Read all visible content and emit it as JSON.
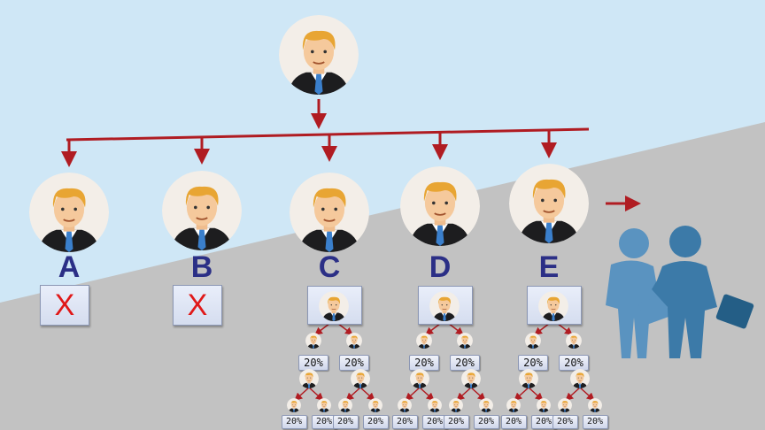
{
  "diagram": {
    "topic": "referral-tree",
    "colors": {
      "sky": "#cfe7f6",
      "ground": "#c2c2c2",
      "arrow": "#b01c22",
      "letter": "#2b2f86",
      "reject": "#e01818",
      "people": "#4a88b8"
    },
    "branches": [
      {
        "letter": "A",
        "status": "rejected",
        "mark": "X"
      },
      {
        "letter": "B",
        "status": "rejected",
        "mark": "X"
      },
      {
        "letter": "C",
        "status": "accepted",
        "level1": [
          "20%",
          "20%"
        ],
        "level3": [
          "20%",
          "20%",
          "20%",
          "20%"
        ]
      },
      {
        "letter": "D",
        "status": "accepted",
        "level1": [
          "20%",
          "20%"
        ],
        "level3": [
          "20%",
          "20%",
          "20%",
          "20%"
        ]
      },
      {
        "letter": "E",
        "status": "accepted",
        "level1": [
          "20%",
          "20%"
        ],
        "level3": [
          "20%",
          "20%",
          "20%",
          "20%"
        ]
      }
    ],
    "icons": [
      "person-avatar-icon",
      "arrow-right-icon",
      "business-handshake-icon"
    ]
  }
}
